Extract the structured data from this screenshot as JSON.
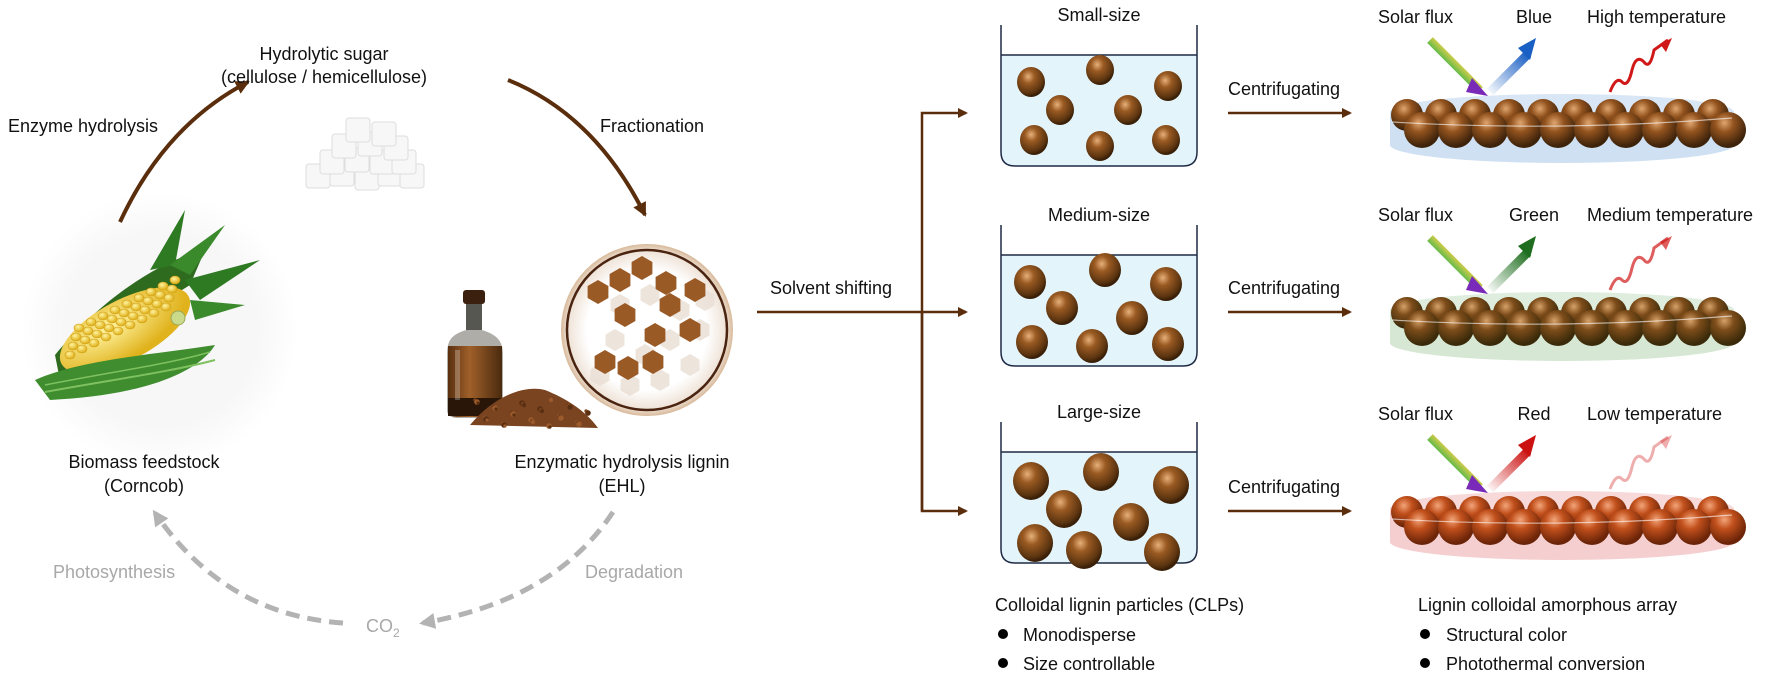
{
  "colors": {
    "arrow_brown": "#5a2e0c",
    "dashed_gray": "#b3b3b3",
    "water": "#e4f4fb",
    "beaker_outline": "#1f2a44",
    "particle": "#8a4a1c",
    "dish_blue": "#cfe0f2",
    "dish_green": "#d6e8d4",
    "dish_red": "#f5cfd0",
    "reflect_blue": "#1a5fc4",
    "reflect_green": "#1f6e1f",
    "reflect_red": "#cc1111"
  },
  "cycle": {
    "sugar_title": "Hydrolytic sugar",
    "sugar_subtitle": "(cellulose / hemicellulose)",
    "enzyme_label": "Enzyme hydrolysis",
    "fractionation_label": "Fractionation",
    "biomass_title": "Biomass feedstock",
    "biomass_subtitle": "(Corncob)",
    "ehl_title": "Enzymatic hydrolysis lignin",
    "ehl_subtitle": "(EHL)",
    "photosynthesis_label": "Photosynthesis",
    "degradation_label": "Degradation",
    "co2_main": "CO",
    "co2_sub": "2"
  },
  "process": {
    "solvent_label": "Solvent shifting",
    "centrifuge_label": "Centrifugating"
  },
  "beakers": [
    {
      "label": "Small-size",
      "particle_size": "small"
    },
    {
      "label": "Medium-size",
      "particle_size": "medium"
    },
    {
      "label": "Large-size",
      "particle_size": "large"
    }
  ],
  "arrays": [
    {
      "solar": "Solar flux",
      "reflected": "Blue",
      "temperature": "High temperature",
      "reflect_color_key": "reflect_blue",
      "dish_color_key": "dish_blue",
      "heat_intensity": "high"
    },
    {
      "solar": "Solar flux",
      "reflected": "Green",
      "temperature": "Medium temperature",
      "reflect_color_key": "reflect_green",
      "dish_color_key": "dish_green",
      "heat_intensity": "medium"
    },
    {
      "solar": "Solar flux",
      "reflected": "Red",
      "temperature": "Low temperature",
      "reflect_color_key": "reflect_red",
      "dish_color_key": "dish_red",
      "heat_intensity": "low"
    }
  ],
  "clps": {
    "title": "Colloidal lignin particles (CLPs)",
    "bullets": [
      "Monodisperse",
      "Size controllable"
    ]
  },
  "lcaa": {
    "title": "Lignin colloidal amorphous array",
    "bullets": [
      "Structural color",
      "Photothermal conversion"
    ]
  }
}
